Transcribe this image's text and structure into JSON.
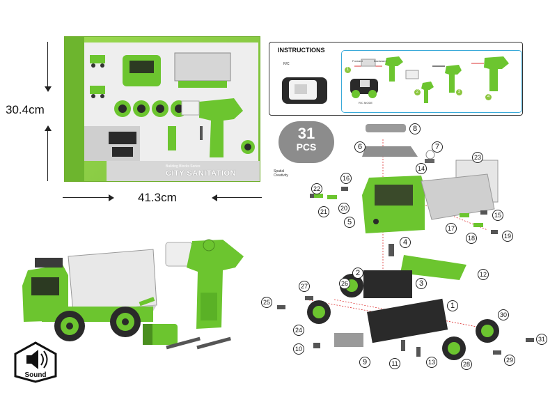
{
  "dimensions": {
    "height": "30.4cm",
    "width": "41.3cm"
  },
  "package": {
    "series": "Building Blocks Series",
    "title": "CITY SANITATION",
    "badge": "Spatial Creativity"
  },
  "instructions": {
    "title": "INSTRUCTIONS",
    "rc_label": "R/C",
    "rc_mode": "R/C MODE",
    "forward": "Forward",
    "backward": "Backward",
    "steps": [
      "1",
      "2",
      "3",
      "4"
    ]
  },
  "pieces": {
    "count": "31",
    "unit": "PCS"
  },
  "part_numbers": [
    "1",
    "2",
    "3",
    "4",
    "5",
    "6",
    "7",
    "8",
    "9",
    "10",
    "11",
    "12",
    "13",
    "14",
    "15",
    "16",
    "17",
    "18",
    "19",
    "20",
    "21",
    "22",
    "23",
    "24",
    "25",
    "26",
    "27",
    "28",
    "29",
    "30",
    "31"
  ],
  "sound_badge": {
    "label": "Sound"
  },
  "colors": {
    "accent_green": "#6cc52f",
    "dark_gray": "#3a3a3a",
    "light_gray": "#bdbdbd",
    "box_green": "#8fd14a",
    "instruction_border": "#3aaad9"
  }
}
